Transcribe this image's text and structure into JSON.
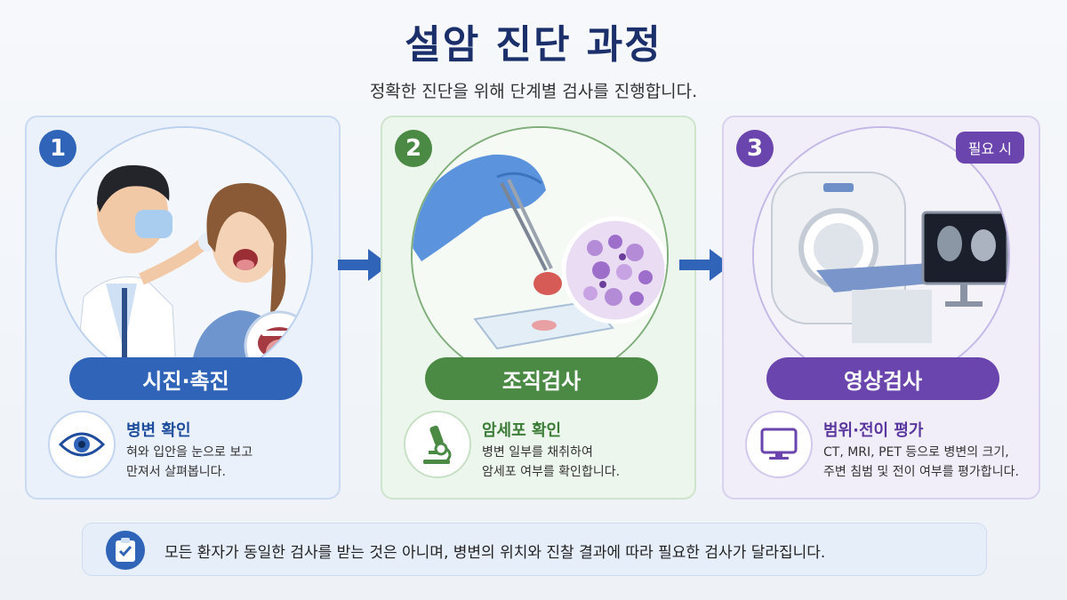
{
  "title": "설암 진단 과정",
  "subtitle": "정확한 진단을 위해 단계별 검사를 진행합니다.",
  "steps": [
    {
      "number": "1",
      "label": "시진·촉진",
      "info_title": "병변 확인",
      "info_lines": [
        "혀와 입안을 눈으로 보고",
        "만져서 살펴봅니다."
      ],
      "icon": "eye-icon",
      "color": "#2f64b8"
    },
    {
      "number": "2",
      "label": "조직검사",
      "info_title": "암세포 확인",
      "info_lines": [
        "병변 일부를 채취하여",
        "암세포 여부를 확인합니다."
      ],
      "icon": "microscope-icon",
      "color": "#4a8a45"
    },
    {
      "number": "3",
      "label": "영상검사",
      "badge": "필요 시",
      "info_title": "범위·전이 평가",
      "info_lines": [
        "CT, MRI, PET 등으로 병변의 크기,",
        "주변 침범 및 전이 여부를 평가합니다."
      ],
      "icon": "monitor-icon",
      "color": "#6a45ad"
    }
  ],
  "note": {
    "icon": "clipboard-check-icon",
    "text": "모든 환자가 동일한 검사를 받는 것은 아니며, 병변의 위치와 진찰 결과에 따라 필요한 검사가 달라집니다."
  }
}
